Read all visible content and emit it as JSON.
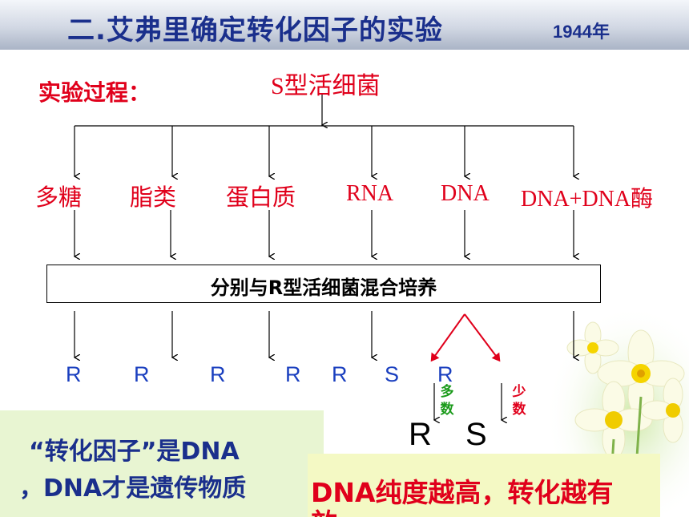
{
  "header": {
    "title": "二.艾弗里确定转化因子的实验",
    "year": "1944年"
  },
  "process_label": "实验过程：",
  "source": "S型活细菌",
  "components": [
    "多糖",
    "脂类",
    "蛋白质",
    "RNA",
    "DNA",
    "DNA+DNA酶"
  ],
  "mix_step": "分别与R型活细菌混合培养",
  "results": [
    "R",
    "R",
    "R",
    "R",
    "R",
    "S",
    "R"
  ],
  "dna_split": {
    "left_label": "多数",
    "right_label": "少数",
    "left_result": "R",
    "right_result": "S"
  },
  "conclusion": {
    "line1": "“转化因子”是DNA",
    "line2": "，DNA才是遗传物质"
  },
  "purity_note": "DNA纯度越高，转化越有",
  "purity_note_overflow": "效",
  "colors": {
    "title": "#1a2f8c",
    "red": "#e0001b",
    "blue_letters": "#1a3fbf",
    "green": "#1a9a1a"
  }
}
